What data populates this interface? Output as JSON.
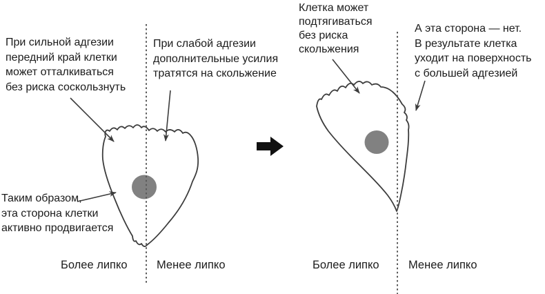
{
  "colors": {
    "background": "#ffffff",
    "outline": "#3c3c3c",
    "nucleus": "#818181",
    "dashed_line": "#5a5a5a",
    "text": "#1b1b1b",
    "transition_arrow": "#111111"
  },
  "panels": [
    {
      "name": "before-migration",
      "annotations": [
        {
          "id": "strong-adhesion-note",
          "text": "При сильной адгезии\nпередний край клетки\nможет отталкиваться\nбез риска соскользнуть"
        },
        {
          "id": "weak-adhesion-note",
          "text": "При слабой адгезии\nдополнительные усилия\nтратятся на скольжение"
        },
        {
          "id": "advancing-side-note",
          "text": "Таким образом,\nэта сторона клетки\nактивно продвигается"
        }
      ],
      "labels": {
        "left": "Более липко",
        "right": "Менее липко"
      }
    },
    {
      "name": "after-migration",
      "annotations": [
        {
          "id": "pull-up-note",
          "text": "Клетка может\nподтягиваться\nбез риска\nскольжения"
        },
        {
          "id": "other-side-note",
          "text": "А эта сторона — нет.\nВ результате клетка\nуходит на поверхность\nс большей адгезией"
        }
      ],
      "labels": {
        "left": "Более липко",
        "right": "Менее липко"
      }
    }
  ]
}
